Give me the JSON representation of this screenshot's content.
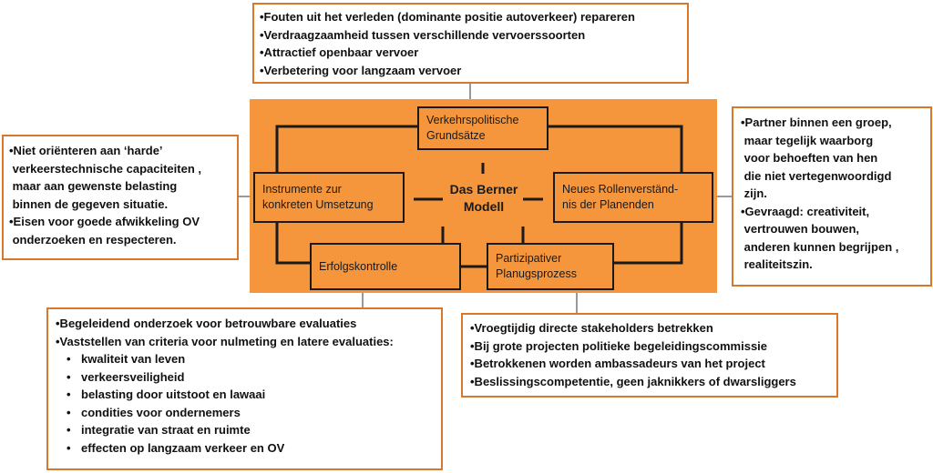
{
  "top_callout": {
    "items": [
      "•Fouten uit het verleden (dominante positie autoverkeer) repareren",
      "•Verdraagzaamheid tussen verschillende vervoerssoorten",
      "•Attractief openbaar vervoer",
      "•Verbetering voor langzaam vervoer"
    ]
  },
  "left_callout": {
    "items": [
      "•Niet oriënteren aan ‘harde’\n verkeerstechnische capaciteiten ,\n maar aan gewenste belasting\n binnen de gegeven situatie.",
      "•Eisen voor goede afwikkeling OV\n onderzoeken en respecteren."
    ]
  },
  "right_callout": {
    "items": [
      "•Partner binnen een groep,\n maar tegelijk waarborg\n voor behoeften van hen\n die niet vertegenwoordigd\n zijn.",
      "•Gevraagd: creativiteit,\n vertrouwen bouwen,\n anderen kunnen begrijpen ,\n realiteitszin."
    ]
  },
  "bottom_left_callout": {
    "items": [
      "•Begeleidend onderzoek voor betrouwbare evaluaties",
      "•Vaststellen van criteria voor nulmeting en latere evaluaties:"
    ],
    "subitems": [
      "kwaliteit van leven",
      "verkeersveiligheid",
      "belasting door uitstoot en lawaai",
      "condities voor ondernemers",
      "integratie van straat en ruimte",
      "effecten op langzaam verkeer en OV"
    ]
  },
  "bottom_right_callout": {
    "items": [
      "•Vroegtijdig directe stakeholders betrekken",
      "•Bij grote projecten politieke begeleidingscommissie",
      "•Betrokkenen worden ambassadeurs van het project",
      "•Beslissingscompetentie, geen jaknikkers of dwarsliggers"
    ]
  },
  "model": {
    "center": "Das Berner\nModell",
    "top": "Verkehrspolitische\nGrundsätze",
    "left": "Instrumente zur\nkonkreten Umsetzung",
    "right": "Neues Rollenverständ-\nnis der Planenden",
    "bottom_left": "Erfolgskontrolle",
    "bottom_right": "Partizipativer\nPlanugsprozess"
  },
  "colors": {
    "accent_orange": "#f5963c",
    "callout_border": "#d9772b",
    "line_dark": "#1a1a1a"
  }
}
